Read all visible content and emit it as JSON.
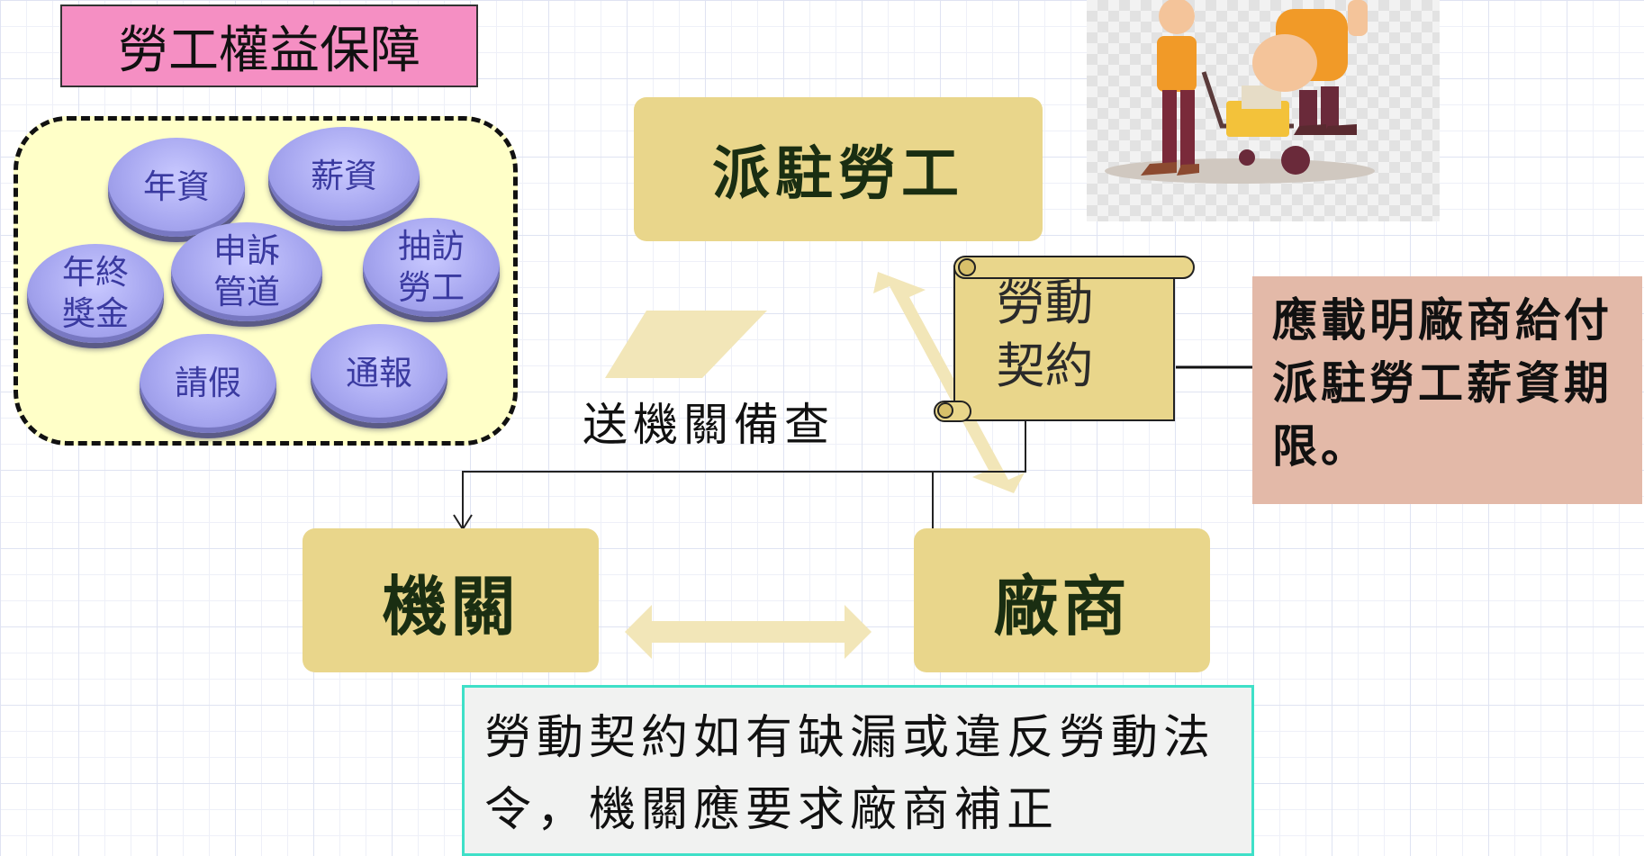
{
  "title": "勞工權益保障",
  "rights_items": {
    "seniority": "年資",
    "salary": "薪資",
    "year_end_bonus": "年終\n獎金",
    "complaint_channel": "申訴\n管道",
    "spot_interview": "抽訪\n勞工",
    "leave": "請假",
    "report": "通報"
  },
  "nodes": {
    "dispatched_worker": "派駐勞工",
    "agency": "機關",
    "vendor": "廠商",
    "contract": "勞動\n契約"
  },
  "send_label": "送機關備查",
  "note_right": "應載明廠商給付派駐勞工薪資期限。",
  "note_bottom": "勞動契約如有缺漏或違反勞動法令，機關應要求廠商補正",
  "colors": {
    "tan_box": "#e9d68b",
    "pale_arrow": "#f2e6b8",
    "title_pink": "#f58fc3",
    "panel_yellow": "#ffffc8",
    "bubble": "#a7a7f0",
    "note_salmon": "#e3b9a8",
    "bottom_border": "#3fe0c8"
  },
  "icons": {
    "workers_illustration": "workers-with-cart-illustration"
  }
}
